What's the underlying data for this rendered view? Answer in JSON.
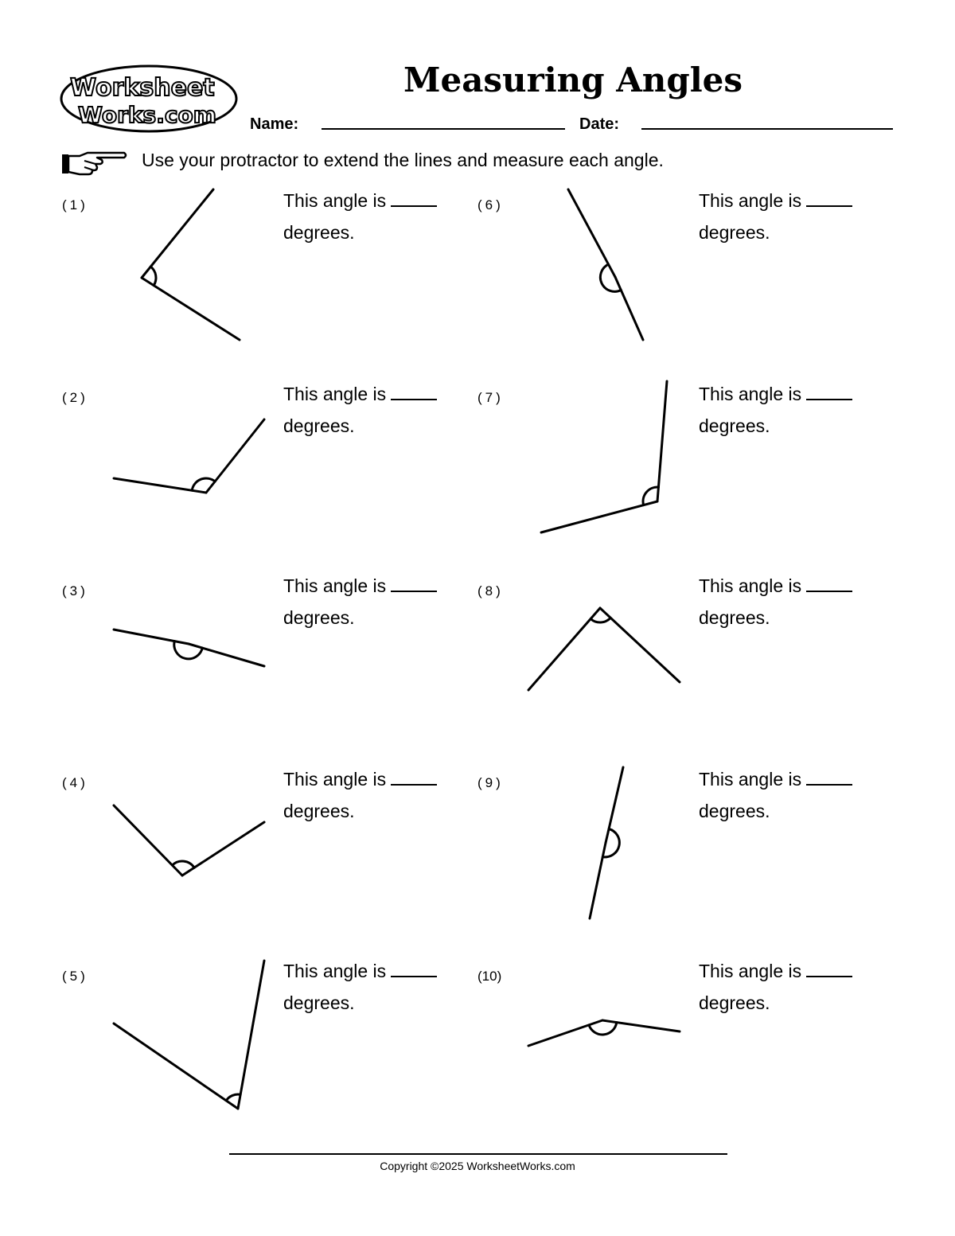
{
  "header": {
    "logo": {
      "line1": "Worksheet",
      "line2": "Works.com"
    },
    "title": "Measuring Angles",
    "name_label": "Name:",
    "date_label": "Date:"
  },
  "instructions": {
    "icon": "pointing-hand-icon",
    "text": "Use your protractor to extend the lines and measure each angle."
  },
  "problems": [
    {
      "number": "(1)",
      "line1": "This angle is",
      "line2": "degrees."
    },
    {
      "number": "(2)",
      "line1": "This angle is",
      "line2": "degrees."
    },
    {
      "number": "(3)",
      "line1": "This angle is",
      "line2": "degrees."
    },
    {
      "number": "(4)",
      "line1": "This angle is",
      "line2": "degrees."
    },
    {
      "number": "(5)",
      "line1": "This angle is",
      "line2": "degrees."
    },
    {
      "number": "(6)",
      "line1": "This angle is",
      "line2": "degrees."
    },
    {
      "number": "(7)",
      "line1": "This angle is",
      "line2": "degrees."
    },
    {
      "number": "(8)",
      "line1": "This angle is",
      "line2": "degrees."
    },
    {
      "number": "(9)",
      "line1": "This angle is",
      "line2": "degrees."
    },
    {
      "number": "(10)",
      "line1": "This angle is",
      "line2": "degrees."
    }
  ],
  "footer": {
    "copyright": "Copyright ©2025 WorksheetWorks.com"
  }
}
